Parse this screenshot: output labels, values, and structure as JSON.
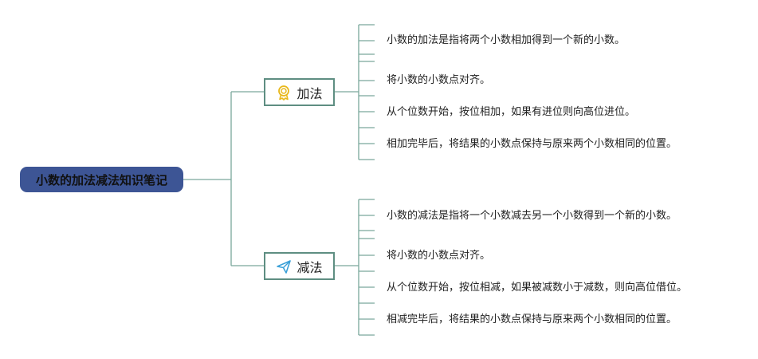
{
  "root": {
    "title": "小数的加法减法知识笔记"
  },
  "branches": [
    {
      "label": "加法",
      "icon": "award-ribbon-icon",
      "items": [
        "小数的加法是指将两个小数相加得到一个新的小数。",
        "将小数的小数点对齐。",
        "从个位数开始，按位相加，如果有进位则向高位进位。",
        "相加完毕后，将结果的小数点保持与原来两个小数相同的位置。"
      ]
    },
    {
      "label": "减法",
      "icon": "paper-plane-icon",
      "items": [
        "小数的减法是指将一个小数减去另一个小数得到一个新的小数。",
        "将小数的小数点对齐。",
        "从个位数开始，按位相减，如果被减数小于减数，则向高位借位。",
        "相减完毕后，将结果的小数点保持与原来两个小数相同的位置。"
      ]
    }
  ],
  "colors": {
    "connector": "#7aa89c",
    "root_fill": "#3d5595",
    "branch_border": "#5e8e82",
    "award_icon": "#e8b81c",
    "plane_icon": "#3aa0d8"
  }
}
